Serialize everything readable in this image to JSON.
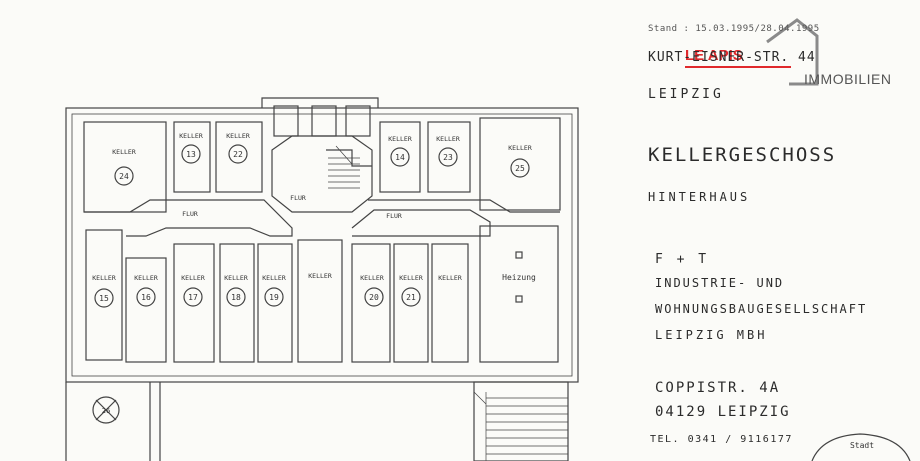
{
  "header": {
    "stand": "Stand : 15.03.1995/28.04.1995",
    "address": "KURT-EISNER-STR. 44",
    "city": "LEIPZIG"
  },
  "title": {
    "floor": "KELLERGESCHOSS",
    "building": "HINTERHAUS"
  },
  "company": {
    "ft": "F + T",
    "line1": "INDUSTRIE- UND",
    "line2": "WOHNUNGSBAUGESELLSCHAFT",
    "line3": "LEIPZIG MBH",
    "street": "COPPISTR. 4A",
    "zip_city": "04129 LEIPZIG",
    "tel": "TEL. 0341 / 9116177"
  },
  "logo": {
    "brand": "LE APIS",
    "sub": "IMMOBILIEN",
    "brand_color": "#e0292c",
    "sub_color": "#555555"
  },
  "plan": {
    "room_label": "KELLER",
    "corridor_label": "FLUR",
    "heating_label": "Heizung",
    "rooms_top": [
      "24",
      "13",
      "22",
      "14",
      "23",
      "25"
    ],
    "rooms_bottom": [
      "15",
      "16",
      "17",
      "18",
      "19",
      "20",
      "21"
    ],
    "outside_mark": "26",
    "stamp_text": "Stadt"
  }
}
